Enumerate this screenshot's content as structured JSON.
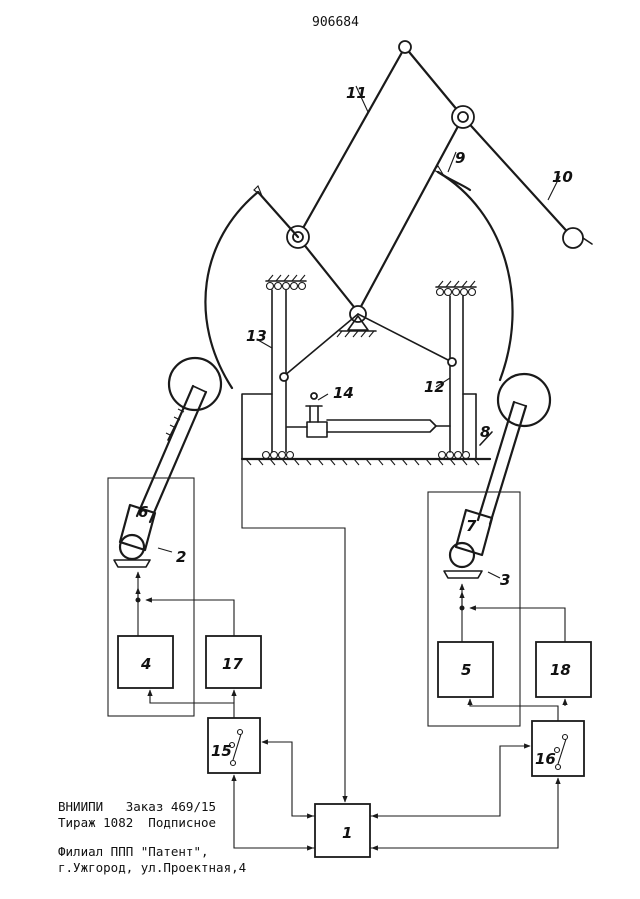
{
  "patent_number": "906684",
  "labels": {
    "n1": "1",
    "n2": "2",
    "n3": "3",
    "n4": "4",
    "n5": "5",
    "n6": "6",
    "n7": "7",
    "n8": "8",
    "n9": "9",
    "n10": "10",
    "n11": "11",
    "n12": "12",
    "n13": "13",
    "n14": "14",
    "n15": "15",
    "n16": "16",
    "n17": "17",
    "n18": "18"
  },
  "footer": {
    "line1": "ВНИИПИ   Заказ 469/15",
    "line2": "Тираж 1082  Подписное",
    "line3": "Филиал ППП \"Патент\",",
    "line4": "г.Ужгород, ул.Проектная,4"
  }
}
